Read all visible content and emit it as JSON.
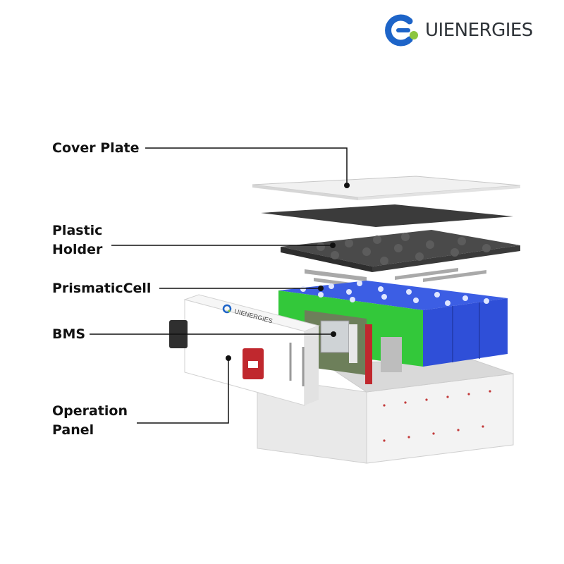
{
  "brand": {
    "name": "UIENERGIES"
  },
  "labels": {
    "cover_plate": "Cover Plate",
    "plastic_holder_line1": "Plastic",
    "plastic_holder_line2": "Holder",
    "prismatic_cell": "PrismaticCell",
    "bms": "BMS",
    "operation_panel_line1": "Operation",
    "operation_panel_line2": "Panel"
  },
  "colors": {
    "logo_blue": "#1d64c8",
    "logo_green": "#8cc63f",
    "cell_blue": "#2f4fd8",
    "pcb_green": "#3ccc3a",
    "terminal_red": "#c0282e",
    "text": "#111111"
  },
  "icons": {
    "logo": "c-shaped-swoosh-logo"
  }
}
